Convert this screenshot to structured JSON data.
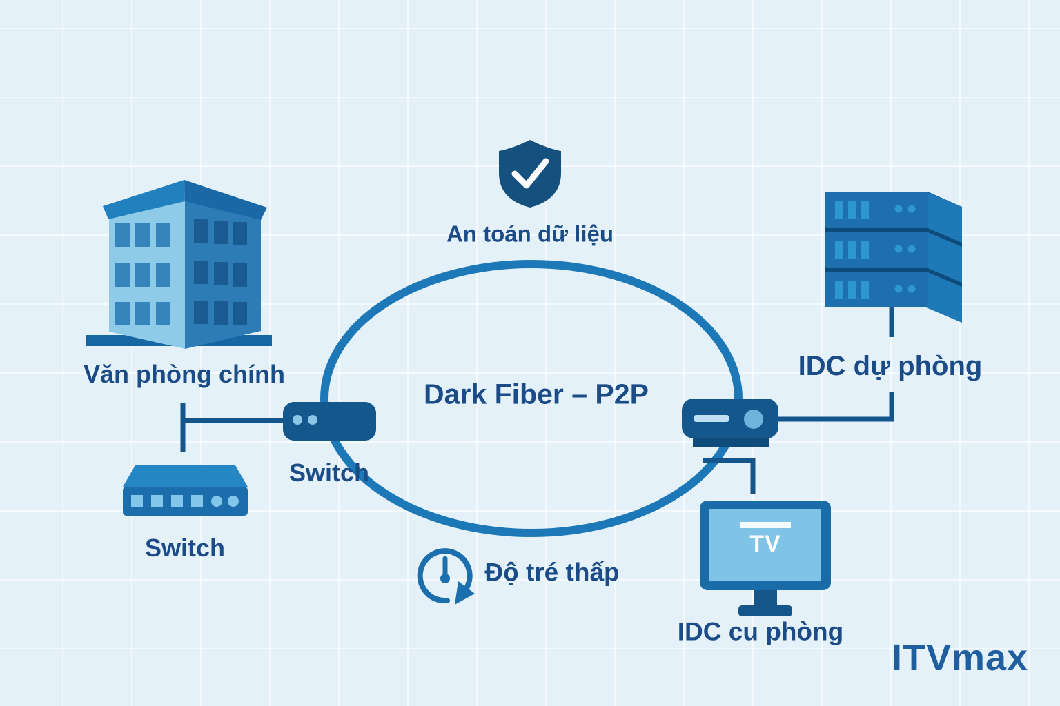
{
  "brand": {
    "logo": "ITVmax"
  },
  "title": {
    "text": "Dark Fiber – P2P"
  },
  "nodes": {
    "main_office": {
      "label": "Văn phòng chính",
      "icon": "office-building-icon"
    },
    "access_switch": {
      "label": "Switch",
      "icon": "switch-3d-icon"
    },
    "core_switch": {
      "label": "Switch",
      "icon": "switch-box-icon"
    },
    "idc_backup": {
      "label": "IDC dự phòng",
      "icon": "server-rack-icon"
    },
    "idc_current": {
      "label": "IDC cu phòng",
      "icon": "tv-monitor-icon",
      "screen_text": "TV"
    }
  },
  "callouts": {
    "security": {
      "label": "An toán dữ liệu",
      "icon": "shield-check-icon"
    },
    "latency": {
      "label": "Độ tré thấp",
      "icon": "low-latency-clock-icon"
    }
  },
  "colors": {
    "background": "#e5f1f8",
    "grid_line": "#f4fafd",
    "fiber_ring": "#1c78b7",
    "connector_line": "#14568c",
    "device_navy": "#14578c",
    "device_blue": "#1d6fad",
    "device_light_face": "#8ecbe9",
    "accent_light": "#82c7ea",
    "label_text": "#1b4c87",
    "brand_text": "#1f5f9f",
    "check_mark": "#ffffff"
  }
}
